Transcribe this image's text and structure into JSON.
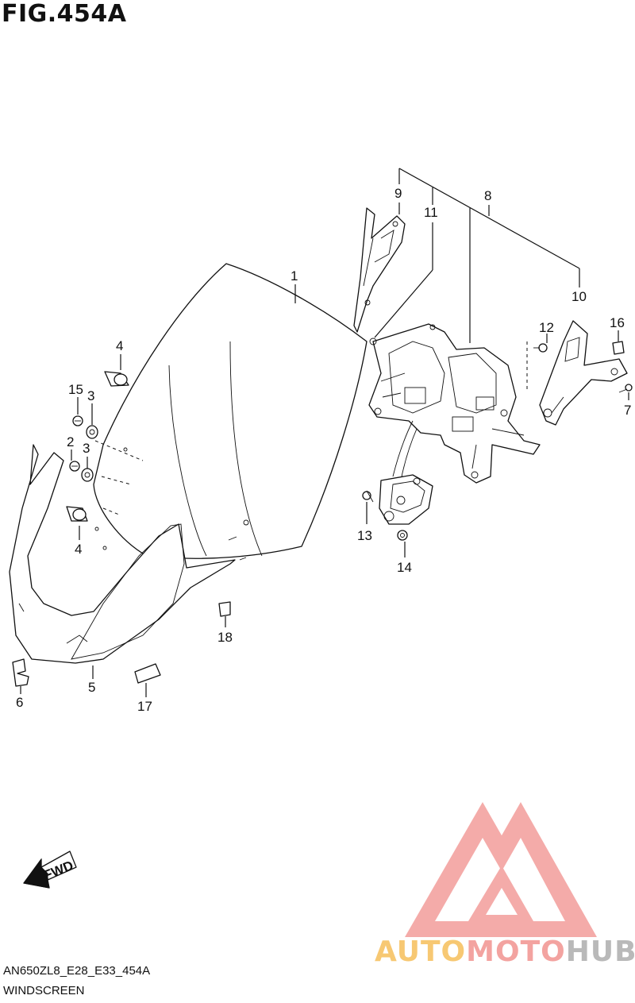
{
  "figure": {
    "title": "FIG.454A",
    "code": "AN650ZL8_E28_E33_454A",
    "name": "WINDSCREEN"
  },
  "parts": [
    {
      "id": "1"
    },
    {
      "id": "2"
    },
    {
      "id": "3a",
      "label": "3"
    },
    {
      "id": "3b",
      "label": "3"
    },
    {
      "id": "4a",
      "label": "4"
    },
    {
      "id": "4b",
      "label": "4"
    },
    {
      "id": "5"
    },
    {
      "id": "6"
    },
    {
      "id": "7"
    },
    {
      "id": "8"
    },
    {
      "id": "9"
    },
    {
      "id": "10"
    },
    {
      "id": "11"
    },
    {
      "id": "12"
    },
    {
      "id": "13"
    },
    {
      "id": "14"
    },
    {
      "id": "15"
    },
    {
      "id": "16"
    },
    {
      "id": "17"
    },
    {
      "id": "18"
    }
  ],
  "labels": {
    "p1": "1",
    "p2": "2",
    "p3a": "3",
    "p3b": "3",
    "p4a": "4",
    "p4b": "4",
    "p5": "5",
    "p6": "6",
    "p7": "7",
    "p8": "8",
    "p9": "9",
    "p10": "10",
    "p11": "11",
    "p12": "12",
    "p13": "13",
    "p14": "14",
    "p15": "15",
    "p16": "16",
    "p17": "17",
    "p18": "18"
  },
  "fwd_arrow": "FWD",
  "watermark": {
    "part_a": "AUTO",
    "part_b": "MOTO",
    "part_c": "HUB",
    "colors": {
      "auto": "#f7c873",
      "moto": "#f3a3a0",
      "hub": "#b9b9b9",
      "logo": "#f3a3a0"
    }
  }
}
